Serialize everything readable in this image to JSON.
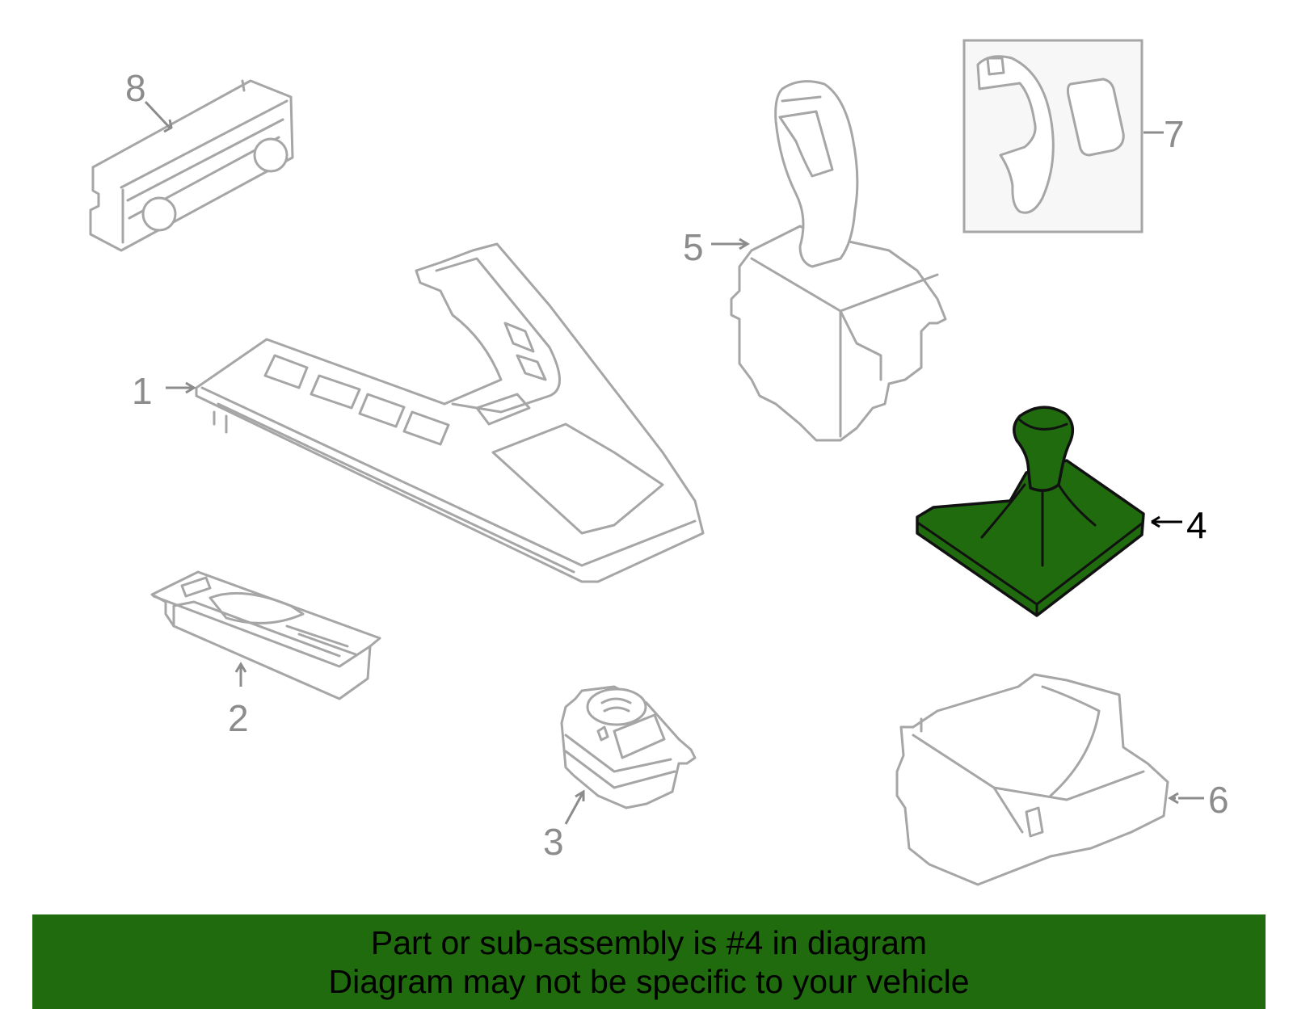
{
  "colors": {
    "highlight_fill": "#1f6b0e",
    "banner_background": "#1f6b0e",
    "part_stroke": "#a6a6a6",
    "label_gray": "#8c8c8c",
    "label_selected": "#000000"
  },
  "callouts": [
    {
      "number": "1",
      "part": "center-console-trim",
      "selected": false
    },
    {
      "number": "2",
      "part": "switch-panel",
      "selected": false
    },
    {
      "number": "3",
      "part": "controller-knob",
      "selected": false
    },
    {
      "number": "4",
      "part": "shift-knob-boot",
      "selected": true
    },
    {
      "number": "5",
      "part": "gear-selector",
      "selected": false
    },
    {
      "number": "6",
      "part": "bracket-housing",
      "selected": false
    },
    {
      "number": "7",
      "part": "selector-trim-covers",
      "selected": false
    },
    {
      "number": "8",
      "part": "climate-control-panel",
      "selected": false
    }
  ],
  "banner": {
    "line1": "Part or sub-assembly is #4 in diagram",
    "line2": "Diagram may not be specific to your vehicle"
  }
}
